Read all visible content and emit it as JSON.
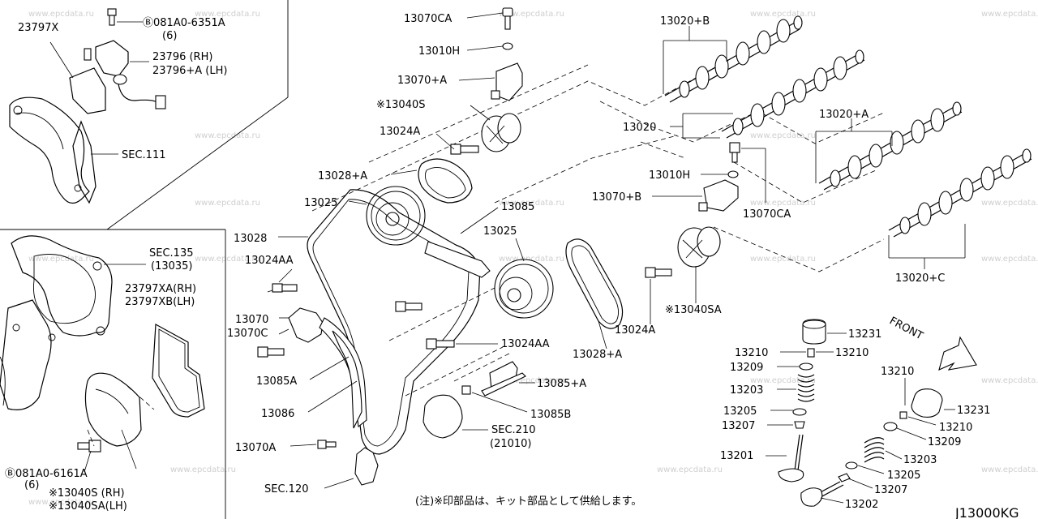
{
  "watermark": "www.epcdata.ru",
  "diagram_code": "J13000KG",
  "footnote": "(注)※印部品は、キット部品として供給します。",
  "front_label": "FRONT",
  "labels": {
    "p23797x": "23797X",
    "bolt_top": "Ⓑ081A0-6351A",
    "bolt_top_qty": "(6)",
    "p23796": "23796  (RH)",
    "p23796a": "23796+A (LH)",
    "sec111": "SEC.111",
    "sec135": "SEC.135",
    "sec135b": "(13035)",
    "p23797xa": "23797XA(RH)",
    "p23797xb": "23797XB(LH)",
    "bolt_bot": "Ⓑ081A0-6161A",
    "bolt_bot_qty": "(6)",
    "p13040s_rh": "※13040S   (RH)",
    "p13040sa_lh": "※13040SA(LH)",
    "p13070ca_top": "13070CA",
    "p13010h_top": "13010H",
    "p13070a": "13070+A",
    "p13040s": "※13040S",
    "p13024a_top": "13024A",
    "p13028a_top": "13028+A",
    "p13025_top": "13025",
    "p13028": "13028",
    "p13024aa_l": "13024AA",
    "p13070": "13070",
    "p13070c": "13070C",
    "p13085a": "13085A",
    "p13086": "13086",
    "p13070a_bot": "13070A",
    "sec120": "SEC.120",
    "p13085": "13085",
    "p13025_mid": "13025",
    "p13024aa_r": "13024AA",
    "p13085plusa": "13085+A",
    "p13085b": "13085B",
    "sec210": "SEC.210",
    "sec210b": "(21010)",
    "p13020b": "13020+B",
    "p13020": "13020",
    "p13020a": "13020+A",
    "p13010h_mid": "13010H",
    "p13070b": "13070+B",
    "p13070ca_mid": "13070CA",
    "p13020c": "13020+C",
    "p13040sa": "※13040SA",
    "p13024a_mid": "13024A",
    "p13028a_mid": "13028+A",
    "p13231_a": "13231",
    "p13210_a": "13210",
    "p13210_b": "13210",
    "p13209_a": "13209",
    "p13203_a": "13203",
    "p13205_a": "13205",
    "p13207_a": "13207",
    "p13201": "13201",
    "p13210_c": "13210",
    "p13231_b": "13231",
    "p13210_d": "13210",
    "p13209_b": "13209",
    "p13203_b": "13203",
    "p13205_b": "13205",
    "p13207_b": "13207",
    "p13202": "13202"
  }
}
